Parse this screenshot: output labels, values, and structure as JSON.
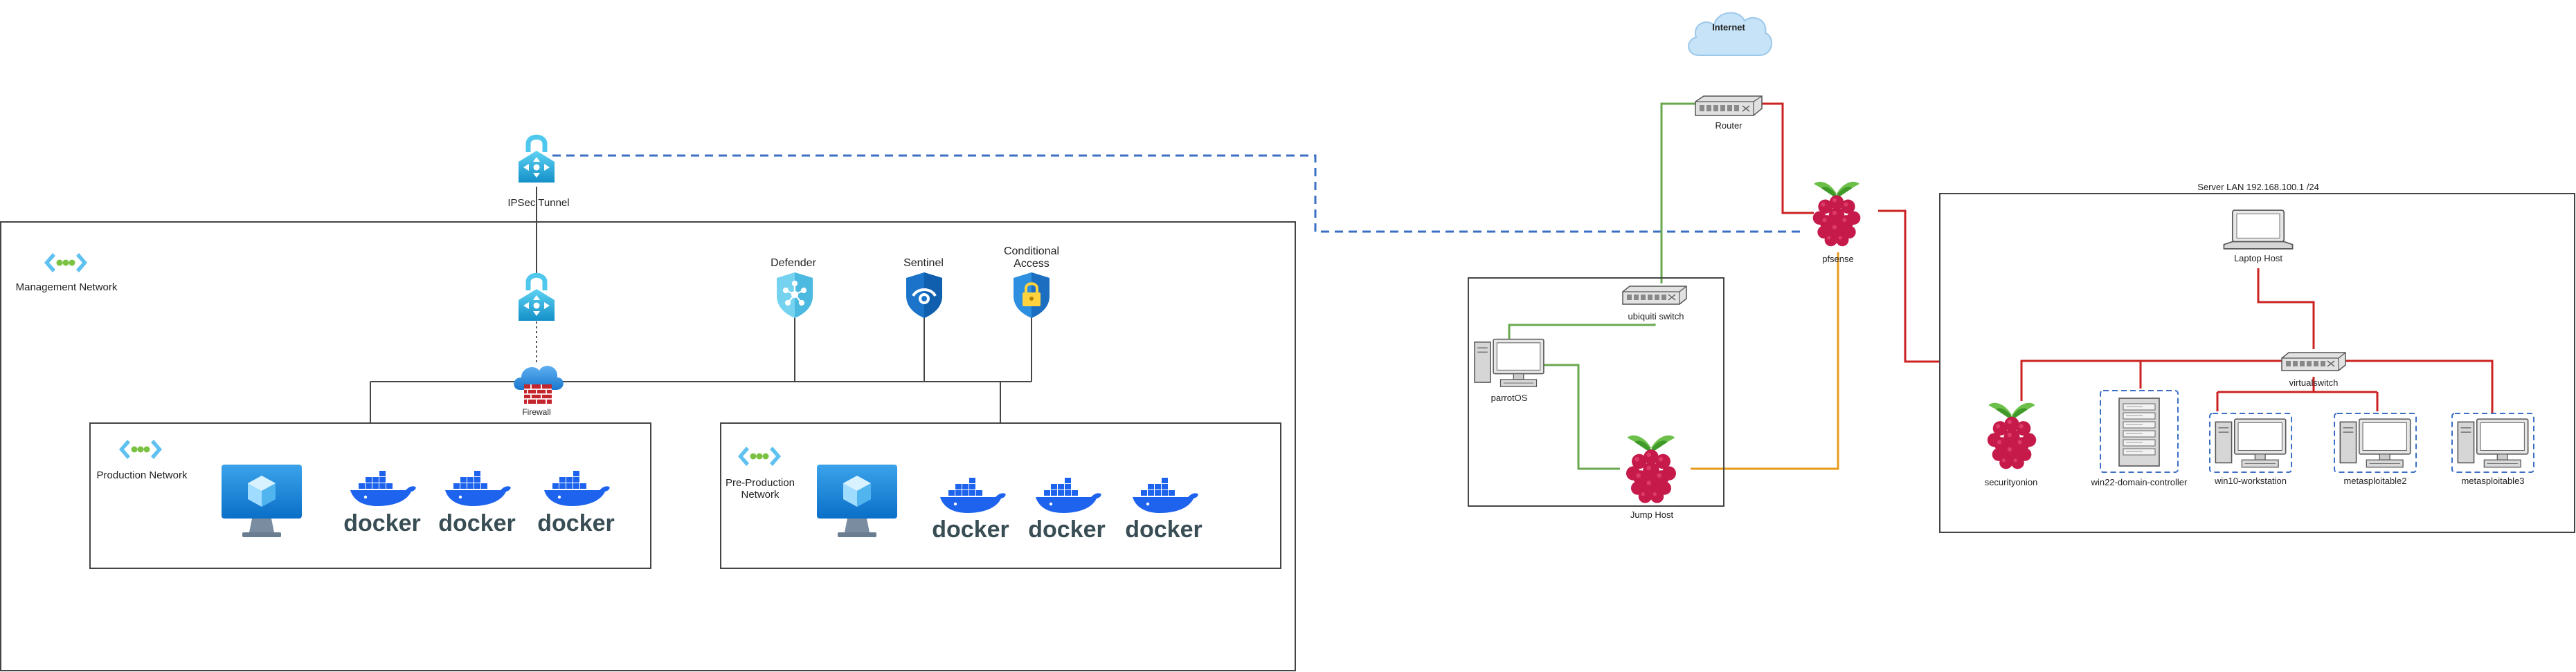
{
  "labels": {
    "internet": "Internet",
    "router": "Router",
    "pfsense": "pfsense",
    "ipsec_tunnel": "IPSec Tunnel",
    "management_network": "Management Network",
    "firewall": "Firewall",
    "defender": "Defender",
    "sentinel": "Sentinel",
    "conditional_access_line1": "Conditional",
    "conditional_access_line2": "Access",
    "production_network": "Production Network",
    "preproduction_line1": "Pre-Production",
    "preproduction_line2": "Network",
    "docker": "docker",
    "ubiquiti_switch": "ubiquiti switch",
    "parrot_os": "parrotOS",
    "jump_host": "Jump Host",
    "server_lan": "Server LAN 192.168.100.1 /24",
    "laptop_host": "Laptop Host",
    "virtualswitch": "virtualswitch",
    "securityonion": "securityonion",
    "win22_dc": "win22-domain-controller",
    "win10_ws": "win10-workstation",
    "metasploitable2": "metasploitable2",
    "metasploitable3": "metasploitable3"
  },
  "colors": {
    "green_link": "#6aa84f",
    "red_link": "#cc2222",
    "orange_link": "#e69a1a",
    "ipsec_dashed": "#3b6fc4",
    "azure_blue": "#0a78d4",
    "raspberry_red": "#c51a4a",
    "docker_blue": "#1d63ed"
  },
  "icons": {
    "internet": "cloud-icon",
    "router": "router-icon",
    "vpn_gateway": "vpn-gateway-icon",
    "firewall": "firewall-icon",
    "defender": "defender-shield-icon",
    "sentinel": "sentinel-shield-icon",
    "conditional_access": "lock-shield-icon",
    "virtual_network": "virtual-network-icon",
    "virtual_machine": "virtual-machine-icon",
    "docker": "docker-whale-icon",
    "raspberry_pi": "raspberry-pi-icon",
    "switch": "switch-icon",
    "workstation": "workstation-icon",
    "laptop": "laptop-icon",
    "server": "server-icon"
  }
}
